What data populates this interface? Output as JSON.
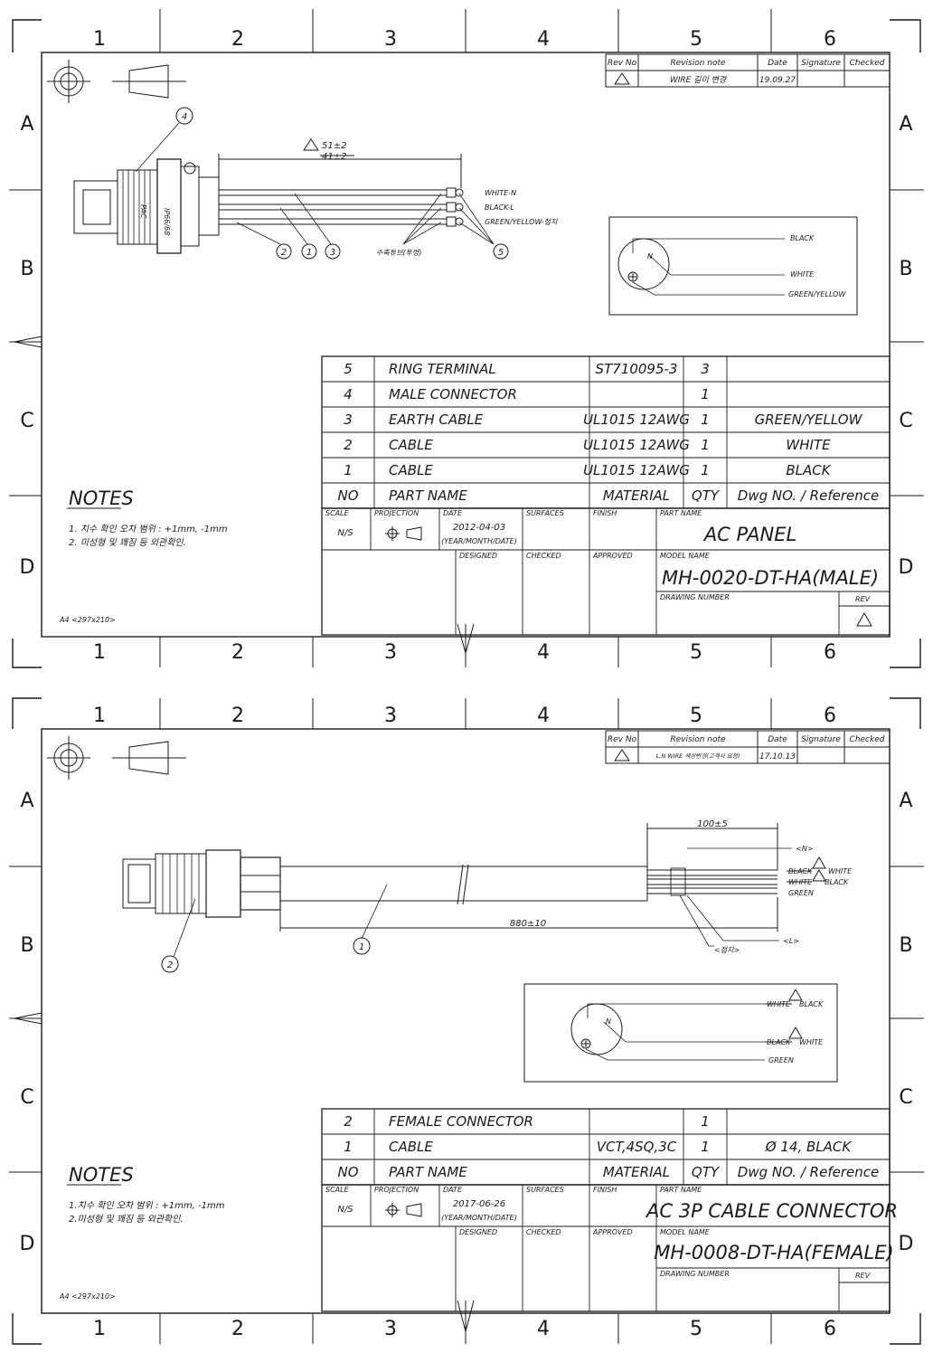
{
  "sheet1": {
    "zones_top": [
      "1",
      "2",
      "3",
      "4",
      "5",
      "6"
    ],
    "zones_side": [
      "A",
      "B",
      "C",
      "D"
    ],
    "revision_header": {
      "rev_no": "Rev No",
      "note": "Revision note",
      "date": "Date",
      "signature": "Signature",
      "checked": "Checked"
    },
    "revision_row": {
      "note": "WIRE 길이 변경",
      "date": "19.09.27"
    },
    "dimension": "51±2",
    "dimension_old": "41±2",
    "callouts": [
      "4",
      "2",
      "1",
      "3",
      "5"
    ],
    "tube_note": "수축튜브(투명)",
    "wire_labels": [
      "WHITE-N",
      "BLACK-L",
      "GREEN/YELLOW-접지"
    ],
    "connector_marks": [
      "IP66/68",
      "PAC"
    ],
    "schematic": {
      "n": "N",
      "black": "BLACK",
      "white": "WHITE",
      "gy": "GREEN/YELLOW"
    },
    "bom": [
      {
        "no": "5",
        "name": "RING TERMINAL",
        "material": "ST710095-3",
        "qty": "3",
        "ref": ""
      },
      {
        "no": "4",
        "name": "MALE CONNECTOR",
        "material": "",
        "qty": "1",
        "ref": ""
      },
      {
        "no": "3",
        "name": "EARTH CABLE",
        "material": "UL1015 12AWG",
        "qty": "1",
        "ref": "GREEN/YELLOW"
      },
      {
        "no": "2",
        "name": "CABLE",
        "material": "UL1015 12AWG",
        "qty": "1",
        "ref": "WHITE"
      },
      {
        "no": "1",
        "name": "CABLE",
        "material": "UL1015 12AWG",
        "qty": "1",
        "ref": "BLACK"
      }
    ],
    "bom_header": {
      "no": "NO",
      "name": "PART NAME",
      "material": "MATERIAL",
      "qty": "QTY",
      "ref": "Dwg NO. / Reference"
    },
    "title_block": {
      "scale_label": "SCALE",
      "scale": "N/S",
      "projection_label": "PROJECTION",
      "date_label": "DATE",
      "date": "2012-04-03",
      "date_fmt": "(YEAR/MONTH/DATE)",
      "surfaces": "SURFACES",
      "finish": "FINISH",
      "part_name_label": "PART NAME",
      "part_name": "AC PANEL",
      "designed": "DESIGNED",
      "checked": "CHECKED",
      "approved": "APPROVED",
      "model_label": "MODEL NAME",
      "model": "MH-0020-DT-HA(MALE)",
      "drawing_label": "DRAWING NUMBER",
      "rev": "REV"
    },
    "notes_title": "NOTES",
    "notes": [
      "1. 치수 확인 오차 범위 : +1mm, -1mm",
      "2. 미성형 및 꽤짐 등 외관확인."
    ],
    "sheet_size": "A4 <297x210>"
  },
  "sheet2": {
    "revision_row": {
      "note": "L,N WIRE 색상변경(고객사 요청)",
      "date": "17.10.13"
    },
    "dim_strip": "100±5",
    "dim_length": "880±10",
    "callouts": [
      "1",
      "2"
    ],
    "wire_labels": {
      "n": "<N>",
      "l": "<L>",
      "gnd": "<접지>",
      "old1": "BLACK",
      "new1": "WHITE",
      "old2": "WHITE",
      "new2": "BLACK",
      "green": "GREEN"
    },
    "schematic": {
      "n": "N",
      "old_black": "WHITE",
      "black": "BLACK",
      "old_white": "BLACK",
      "white": "WHITE",
      "green": "GREEN"
    },
    "bom": [
      {
        "no": "2",
        "name": "FEMALE CONNECTOR",
        "material": "",
        "qty": "1",
        "ref": ""
      },
      {
        "no": "1",
        "name": "CABLE",
        "material": "VCT,4SQ,3C",
        "qty": "1",
        "ref": "Ø 14, BLACK"
      }
    ],
    "title_block": {
      "date": "2017-06-26",
      "part_name": "AC 3P CABLE CONNECTOR",
      "model": "MH-0008-DT-HA(FEMALE)"
    },
    "notes": [
      "1.치수 확인 오차 범위 : +1mm, -1mm",
      "2.미성형 및 꽤짐 등 외관확인."
    ]
  }
}
